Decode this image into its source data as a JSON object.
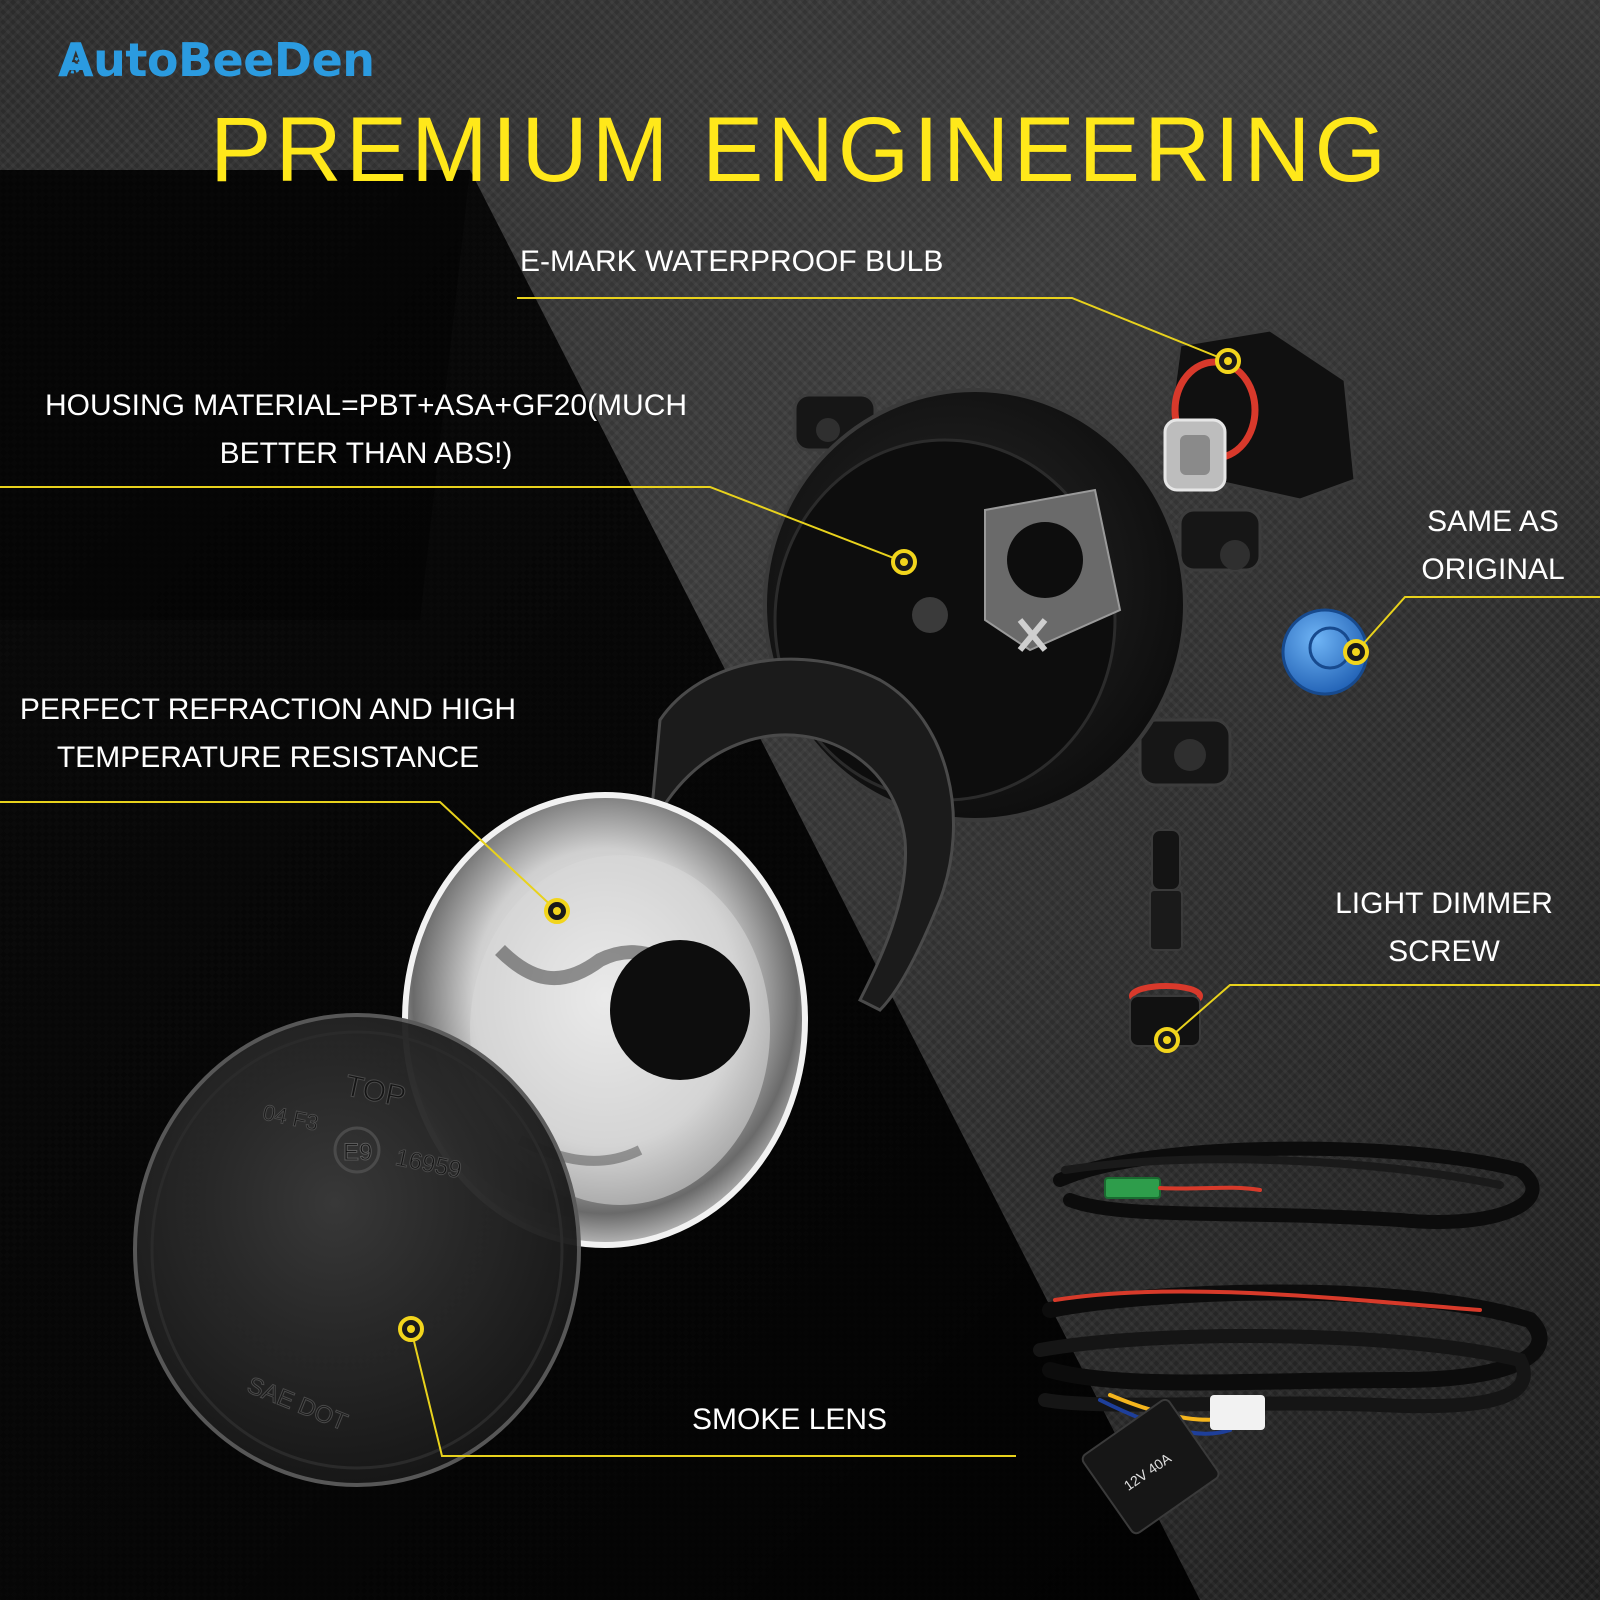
{
  "brand": {
    "name": "AutoBeeDen",
    "color": "#2b9be0"
  },
  "headline": "PREMIUM ENGINEERING",
  "accent_color": "#ffe81a",
  "callouts": {
    "bulb": "E-MARK WATERPROOF BULB",
    "housing_line1": "HOUSING MATERIAL=PBT+ASA+GF20(MUCH",
    "housing_line2": "BETTER THAN ABS!)",
    "same_line1": "SAME AS",
    "same_line2": "ORIGINAL",
    "refraction_line1": "PERFECT REFRACTION AND HIGH",
    "refraction_line2": "TEMPERATURE RESISTANCE",
    "dimmer_line1": "LIGHT DIMMER",
    "dimmer_line2": "SCREW",
    "lens": "SMOKE LENS"
  },
  "lens_markings": {
    "top": "TOP",
    "code": "04 F3",
    "emark": "E9",
    "number": "16959",
    "sae": "SAE DOT"
  },
  "relay_label": "12V 40A",
  "icons": [
    "gear-icon",
    "callout-dot-icon"
  ]
}
